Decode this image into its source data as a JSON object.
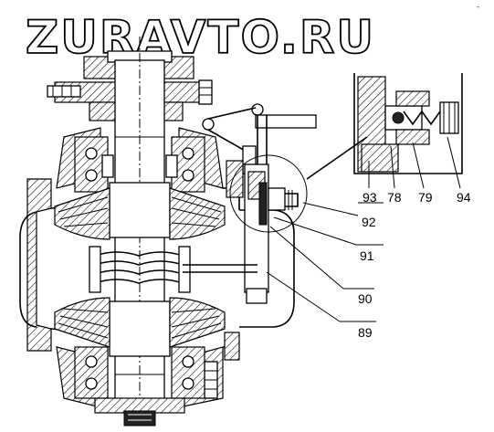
{
  "watermark": "ZURAVTO.RU",
  "corner_mark": "‐",
  "callouts": {
    "c93": "93",
    "c78": "78",
    "c79": "79",
    "c94": "94",
    "c92": "92",
    "c91": "91",
    "c90": "90",
    "c89": "89"
  }
}
